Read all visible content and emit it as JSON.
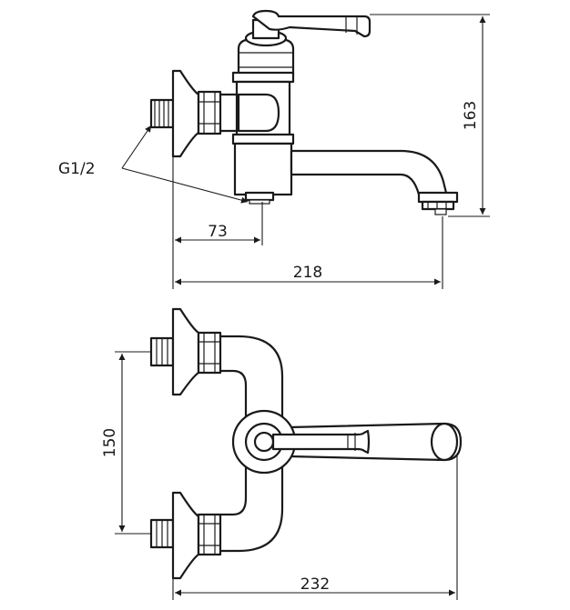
{
  "side_view": {
    "thread_label": "G1/2",
    "dim_height": "163",
    "dim_outlet_offset": "73",
    "dim_total_length": "218"
  },
  "top_view": {
    "dim_inlet_spacing": "150",
    "dim_total_length": "232"
  }
}
